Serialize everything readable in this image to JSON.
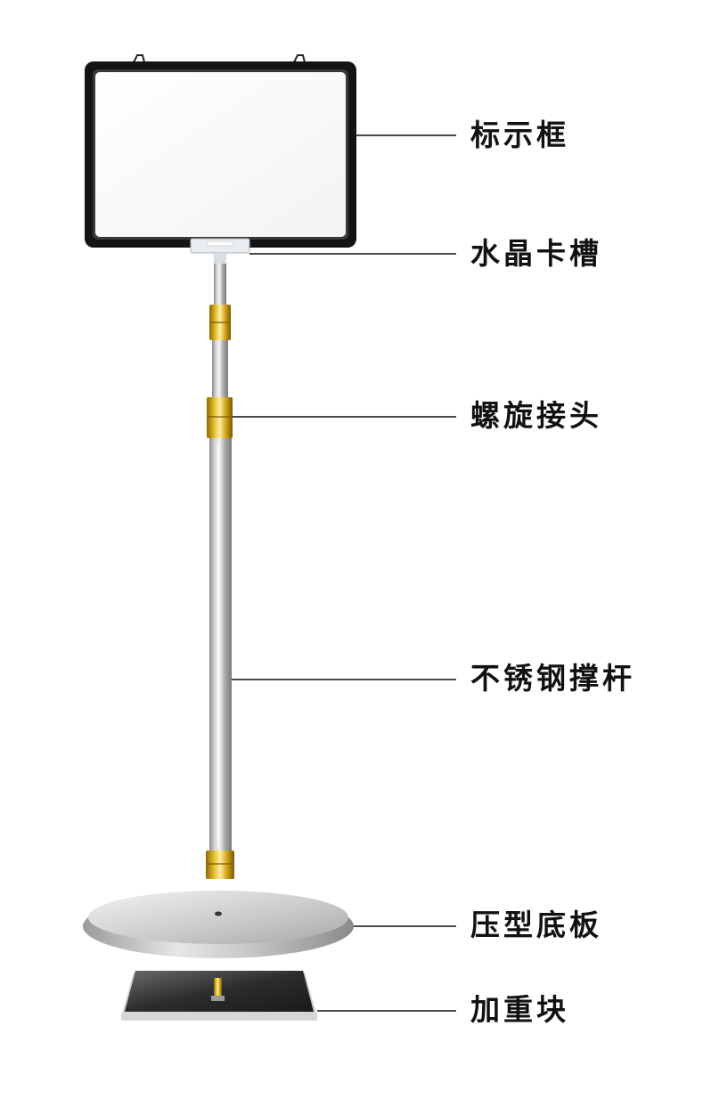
{
  "parts": [
    {
      "id": "sign-frame",
      "label": "标示框"
    },
    {
      "id": "crystal-slot",
      "label": "水晶卡槽"
    },
    {
      "id": "screw-joint",
      "label": "螺旋接头"
    },
    {
      "id": "steel-pole",
      "label": "不锈钢撑杆"
    },
    {
      "id": "pressed-base",
      "label": "压型底板"
    },
    {
      "id": "weight-block",
      "label": "加重块"
    }
  ],
  "colors": {
    "frame": "#141414",
    "gold": "#d8a818",
    "steel": "#b8b8b8",
    "text": "#111111",
    "leader_line": "#111111"
  }
}
